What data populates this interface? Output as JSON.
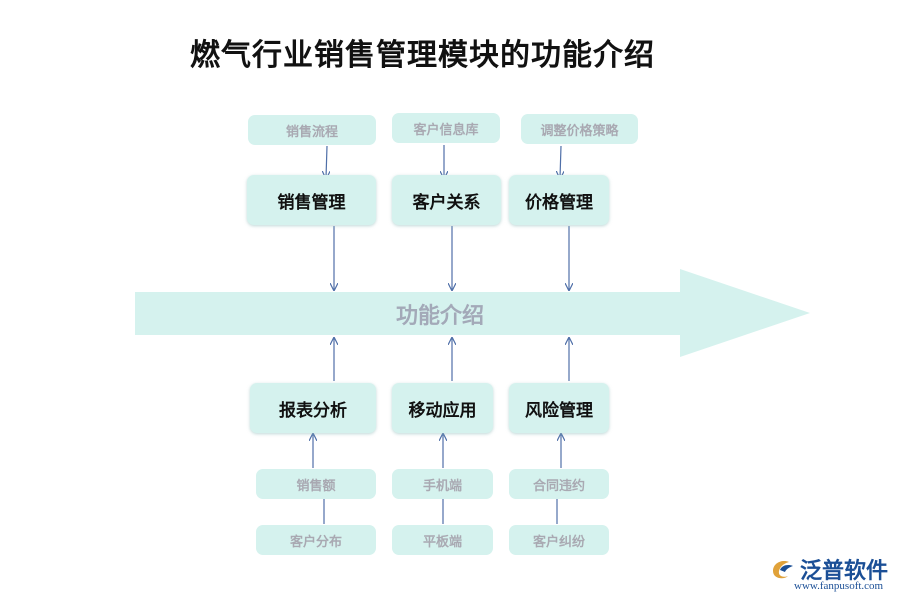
{
  "title": "燃气行业销售管理模块的功能介绍",
  "center_label": "功能介绍",
  "top_modules": [
    {
      "label": "销售管理",
      "source": "销售流程"
    },
    {
      "label": "客户关系",
      "source": "客户信息库"
    },
    {
      "label": "价格管理",
      "source": "调整价格策略"
    }
  ],
  "bottom_modules": [
    {
      "label": "报表分析",
      "sources": [
        "销售额",
        "客户分布"
      ]
    },
    {
      "label": "移动应用",
      "sources": [
        "手机端",
        "平板端"
      ]
    },
    {
      "label": "风险管理",
      "sources": [
        "合同违约",
        "客户纠纷"
      ]
    }
  ],
  "logo": {
    "text": "泛普软件",
    "url": "www.fanpusoft.com"
  },
  "colors": {
    "box_fill": "#d5f2ee",
    "arrow_fill": "#d5f2ee",
    "connector": "#4f6fa8",
    "logo": "#1b4f96"
  }
}
